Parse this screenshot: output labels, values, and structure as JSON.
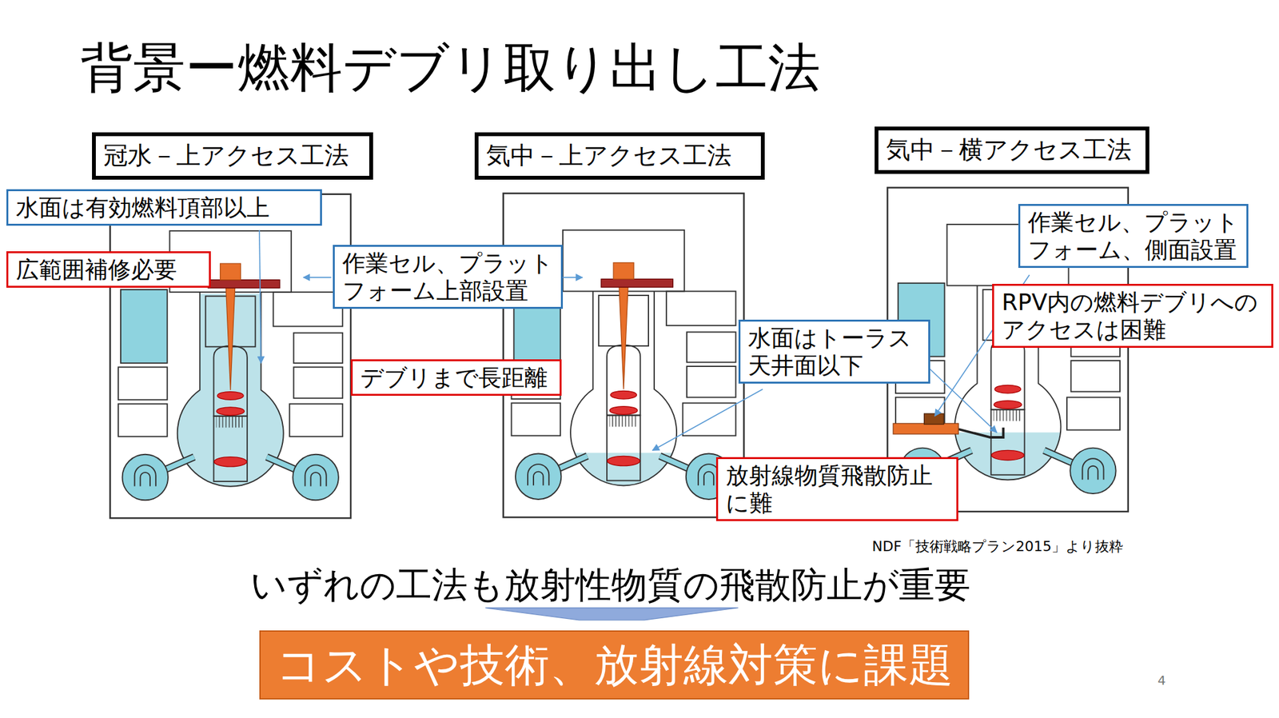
{
  "diagram": {
    "title": "背景ー燃料デブリ取り出し工法",
    "nodes": [
      {
        "text": [
          "冠水－上アクセス工法"
        ]
      },
      {
        "text": [
          "気中－上アクセス工法"
        ]
      },
      {
        "text": [
          "気中－横アクセス工法"
        ]
      },
      {
        "text": [
          "水面は有効燃料頂部以上"
        ]
      },
      {
        "text": [
          "広範囲補修必要"
        ]
      },
      {
        "text": [
          "作業セル、プラットフォーム上部設置"
        ]
      },
      {
        "text": [
          "デブリまで長距離"
        ]
      },
      {
        "text": [
          "作業セル、プラットフォーム、側面設置"
        ]
      },
      {
        "text": [
          "RPV内の燃料デブリへのアクセスは困難"
        ]
      },
      {
        "text": [
          "水面はトーラス天井面以下"
        ]
      },
      {
        "text": [
          "放射線物質飛散防止に難"
        ]
      },
      {
        "text": [
          "コストや技術、放射線対策に課題"
        ]
      }
    ],
    "labels": [
      "NDF「技術戦略プラン2015」より抜粋",
      "いずれの工法も放射性物質の飛散防止が重要",
      "4"
    ]
  }
}
